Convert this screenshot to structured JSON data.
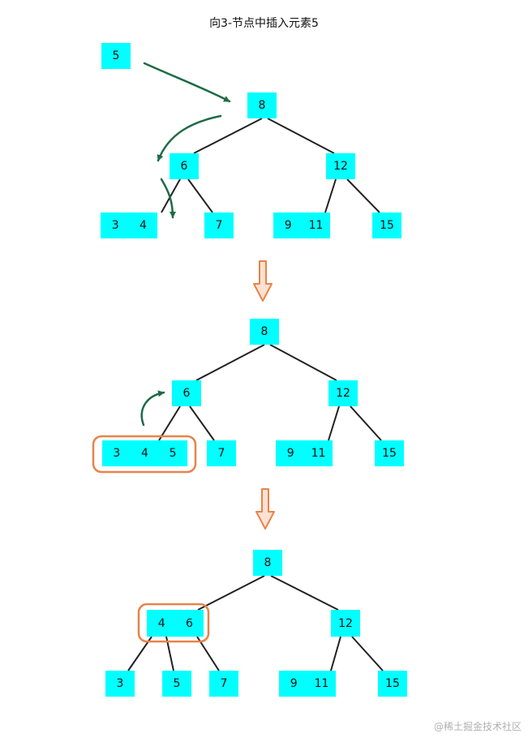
{
  "title": "向3-节点中插入元素5",
  "watermark": "@稀土掘金技术社区",
  "colors": {
    "node_fill": "#00ffff",
    "edge": "#222222",
    "green_arrow": "#1e6b45",
    "orange_arrow": "#e8834a",
    "highlight": "#e8834a"
  },
  "new_element": "5",
  "trees": [
    {
      "root": [
        "8"
      ],
      "left": [
        "6"
      ],
      "right": [
        "12"
      ],
      "leaves": [
        [
          "3",
          "4"
        ],
        [
          "7"
        ],
        [
          "9",
          "11"
        ],
        [
          "15"
        ]
      ]
    },
    {
      "root": [
        "8"
      ],
      "left": [
        "6"
      ],
      "right": [
        "12"
      ],
      "leaves": [
        [
          "3",
          "4",
          "5"
        ],
        [
          "7"
        ],
        [
          "9",
          "11"
        ],
        [
          "15"
        ]
      ]
    },
    {
      "root": [
        "8"
      ],
      "left": [
        "4",
        "6"
      ],
      "right": [
        "12"
      ],
      "leaves": [
        [
          "3"
        ],
        [
          "5"
        ],
        [
          "7"
        ],
        [
          "9",
          "11"
        ],
        [
          "15"
        ]
      ]
    }
  ]
}
